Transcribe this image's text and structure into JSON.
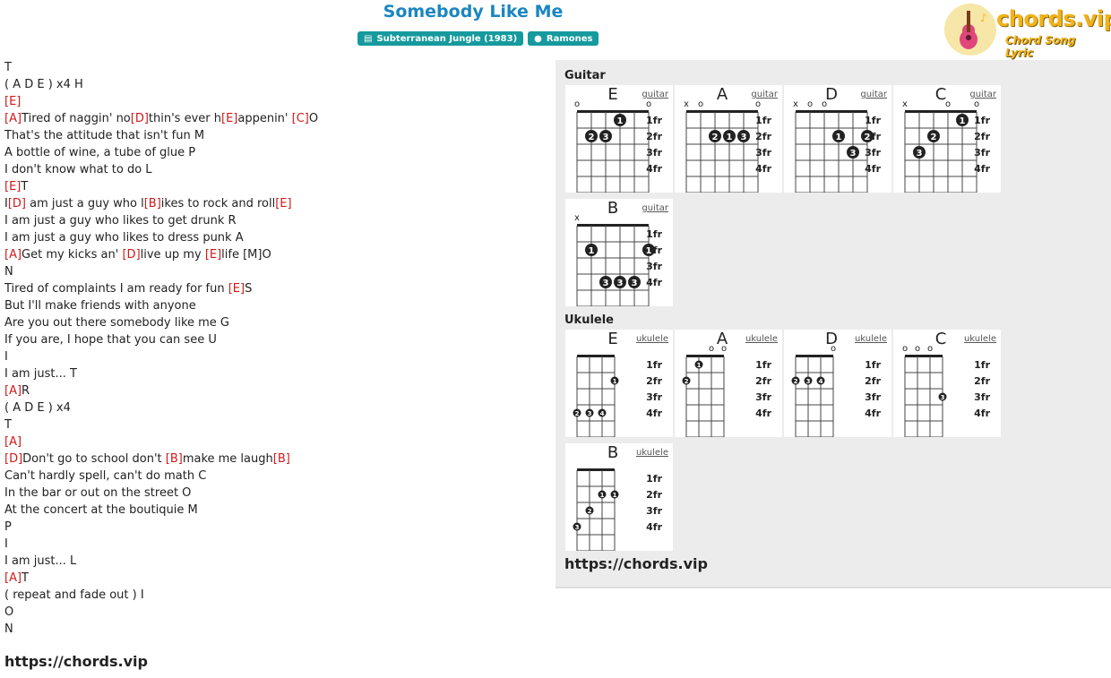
{
  "header": {
    "title": "Somebody Like Me",
    "album": "Subterranean Jungle (1983)",
    "artist": "Ramones"
  },
  "logo": {
    "brand": "chords.vip",
    "tagline": "Chord Song Lyric"
  },
  "lyrics": [
    [
      {
        "t": "T"
      }
    ],
    [
      {
        "t": "( A D E ) x4 H"
      }
    ],
    [
      {
        "c": "[E]"
      }
    ],
    [
      {
        "c": "[A]"
      },
      {
        "t": "Tired of naggin' no"
      },
      {
        "c": "[D]"
      },
      {
        "t": "thin's ever h"
      },
      {
        "c": "[E]"
      },
      {
        "t": "appenin' "
      },
      {
        "c": "[C]"
      },
      {
        "t": "O"
      }
    ],
    [
      {
        "t": "That's the attitude that isn't fun M"
      }
    ],
    [
      {
        "t": "A bottle of wine, a tube of glue P"
      }
    ],
    [
      {
        "t": "I don't know what to do L"
      }
    ],
    [
      {
        "c": "[E]"
      },
      {
        "t": "T"
      }
    ],
    [
      {
        "t": "I"
      },
      {
        "c": "[D]"
      },
      {
        "t": " am just a guy who l"
      },
      {
        "c": "[B]"
      },
      {
        "t": "ikes to rock and roll"
      },
      {
        "c": "[E]"
      }
    ],
    [
      {
        "t": "I am just a guy who likes to get drunk R"
      }
    ],
    [
      {
        "t": "I am just a guy who likes to dress punk A"
      }
    ],
    [
      {
        "c": "[A]"
      },
      {
        "t": "Get my kicks an' "
      },
      {
        "c": "[D]"
      },
      {
        "t": "live up my "
      },
      {
        "c": "[E]"
      },
      {
        "t": "life [M]O"
      }
    ],
    [
      {
        "t": "N"
      }
    ],
    [
      {
        "t": "Tired of complaints I am ready for fun "
      },
      {
        "c": "[E]"
      },
      {
        "t": "S"
      }
    ],
    [
      {
        "t": "But I'll make friends with anyone"
      }
    ],
    [
      {
        "t": "Are you out there somebody like me G"
      }
    ],
    [
      {
        "t": "If you are, I hope that you can see U"
      }
    ],
    [
      {
        "t": "I"
      }
    ],
    [
      {
        "t": "I am just... T"
      }
    ],
    [
      {
        "c": "[A]"
      },
      {
        "t": "R"
      }
    ],
    [
      {
        "t": "( A D E ) x4"
      }
    ],
    [
      {
        "t": "T"
      }
    ],
    [
      {
        "c": "[A]"
      }
    ],
    [
      {
        "c": "[D]"
      },
      {
        "t": "Don't go to school don't "
      },
      {
        "c": "[B]"
      },
      {
        "t": "make me laugh"
      },
      {
        "c": "[B]"
      }
    ],
    [
      {
        "t": "Can't hardly spell, can't do math C"
      }
    ],
    [
      {
        "t": "In the bar or out on the street O"
      }
    ],
    [
      {
        "t": "At the concert at the boutiquie M"
      }
    ],
    [
      {
        "t": "P"
      }
    ],
    [
      {
        "t": "I"
      }
    ],
    [
      {
        "t": "I am just... L"
      }
    ],
    [
      {
        "c": "[A]"
      },
      {
        "t": "T"
      }
    ],
    [
      {
        "t": "( repeat and fade out ) I"
      }
    ],
    [
      {
        "t": "O"
      }
    ],
    [
      {
        "t": "N"
      }
    ]
  ],
  "footer_url": "https://chords.vip",
  "panel": {
    "guitar_title": "Guitar",
    "ukulele_title": "Ukulele",
    "url": "https://chords.vip",
    "fret_labels": [
      "1fr",
      "2fr",
      "3fr",
      "4fr"
    ],
    "guitar_link": "guitar",
    "ukulele_link": "ukulele",
    "guitar_chords": [
      {
        "name": "E",
        "markers": [
          "o",
          "",
          "",
          "",
          "",
          "o"
        ],
        "dots": [
          [
            1,
            3,
            "1"
          ],
          [
            2,
            1,
            "2"
          ],
          [
            2,
            2,
            "3"
          ]
        ]
      },
      {
        "name": "A",
        "markers": [
          "x",
          "o",
          "",
          "",
          "",
          "o"
        ],
        "dots": [
          [
            2,
            2,
            "2"
          ],
          [
            2,
            3,
            "1"
          ],
          [
            2,
            4,
            "3"
          ]
        ]
      },
      {
        "name": "D",
        "markers": [
          "x",
          "o",
          "o",
          "",
          "",
          ""
        ],
        "dots": [
          [
            2,
            3,
            "1"
          ],
          [
            2,
            5,
            "2"
          ],
          [
            3,
            4,
            "3"
          ]
        ]
      },
      {
        "name": "C",
        "markers": [
          "x",
          "",
          "",
          "o",
          "",
          "o"
        ],
        "dots": [
          [
            1,
            4,
            "1"
          ],
          [
            2,
            2,
            "2"
          ],
          [
            3,
            1,
            "3"
          ]
        ]
      },
      {
        "name": "B",
        "markers": [
          "x",
          "",
          "",
          "",
          "",
          ""
        ],
        "dots": [
          [
            2,
            1,
            "1"
          ],
          [
            2,
            5,
            "1"
          ],
          [
            4,
            2,
            "3"
          ],
          [
            4,
            3,
            "3"
          ],
          [
            4,
            4,
            "3"
          ]
        ]
      }
    ],
    "ukulele_chords": [
      {
        "name": "E",
        "markers": [
          "",
          "",
          "",
          ""
        ],
        "dots": [
          [
            2,
            3,
            "1"
          ],
          [
            4,
            0,
            "2"
          ],
          [
            4,
            1,
            "3"
          ],
          [
            4,
            2,
            "4"
          ]
        ]
      },
      {
        "name": "A",
        "markers": [
          "",
          "",
          "o",
          "o"
        ],
        "dots": [
          [
            1,
            1,
            "1"
          ],
          [
            2,
            0,
            "2"
          ]
        ]
      },
      {
        "name": "D",
        "markers": [
          "",
          "",
          "",
          "o"
        ],
        "dots": [
          [
            2,
            0,
            "2"
          ],
          [
            2,
            1,
            "3"
          ],
          [
            2,
            2,
            "4"
          ]
        ]
      },
      {
        "name": "C",
        "markers": [
          "o",
          "o",
          "o",
          ""
        ],
        "dots": [
          [
            3,
            3,
            "3"
          ]
        ]
      },
      {
        "name": "B",
        "markers": [
          "",
          "",
          "",
          ""
        ],
        "dots": [
          [
            2,
            2,
            "1"
          ],
          [
            2,
            3,
            "1"
          ],
          [
            3,
            1,
            "2"
          ],
          [
            4,
            0,
            "3"
          ]
        ]
      }
    ]
  },
  "colors": {
    "title": "#1a86c1",
    "badge": "#159a9e",
    "chord": "#d01a1a",
    "logo": "#f2b21a"
  }
}
